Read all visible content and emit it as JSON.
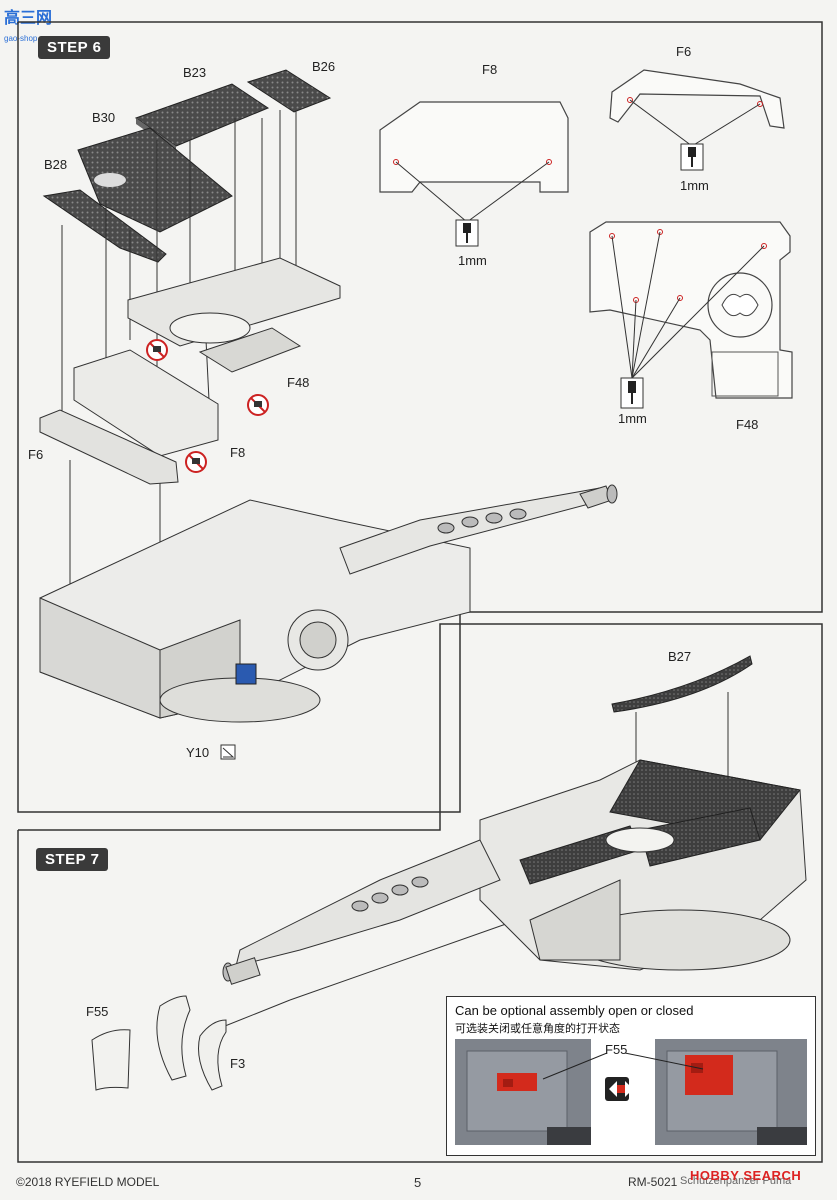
{
  "watermark_top": {
    "text": "高三网",
    "url": "gao-shop.com"
  },
  "step6": {
    "label": "STEP 6"
  },
  "step7": {
    "label": "STEP 7"
  },
  "parts": {
    "B23": "B23",
    "B26": "B26",
    "B30": "B30",
    "B28": "B28",
    "F48": "F48",
    "F8": "F8",
    "F6": "F6",
    "Y10": "Y10",
    "B27": "B27",
    "F55": "F55",
    "F3": "F3"
  },
  "detail_labels": {
    "f8_title": "F8",
    "f6_title": "F6",
    "f48_title": "F48",
    "drill_f8": "1mm",
    "drill_f6": "1mm",
    "drill_f48": "1mm"
  },
  "inset": {
    "title": "Can be optional assembly open or closed",
    "subtitle": "可选装关闭或任意角度的打开状态",
    "part": "F55"
  },
  "footer": {
    "copyright": "©2018 RYEFIELD MODEL",
    "page": "5",
    "product": "RM-5021",
    "product_name": "Schützenpanzer Puma",
    "watermark": "HOBBY SEARCH"
  },
  "colors": {
    "badge": "#3a3a3a",
    "highlight_red": "#d32a1c",
    "inset_gray": "#8c9098"
  }
}
